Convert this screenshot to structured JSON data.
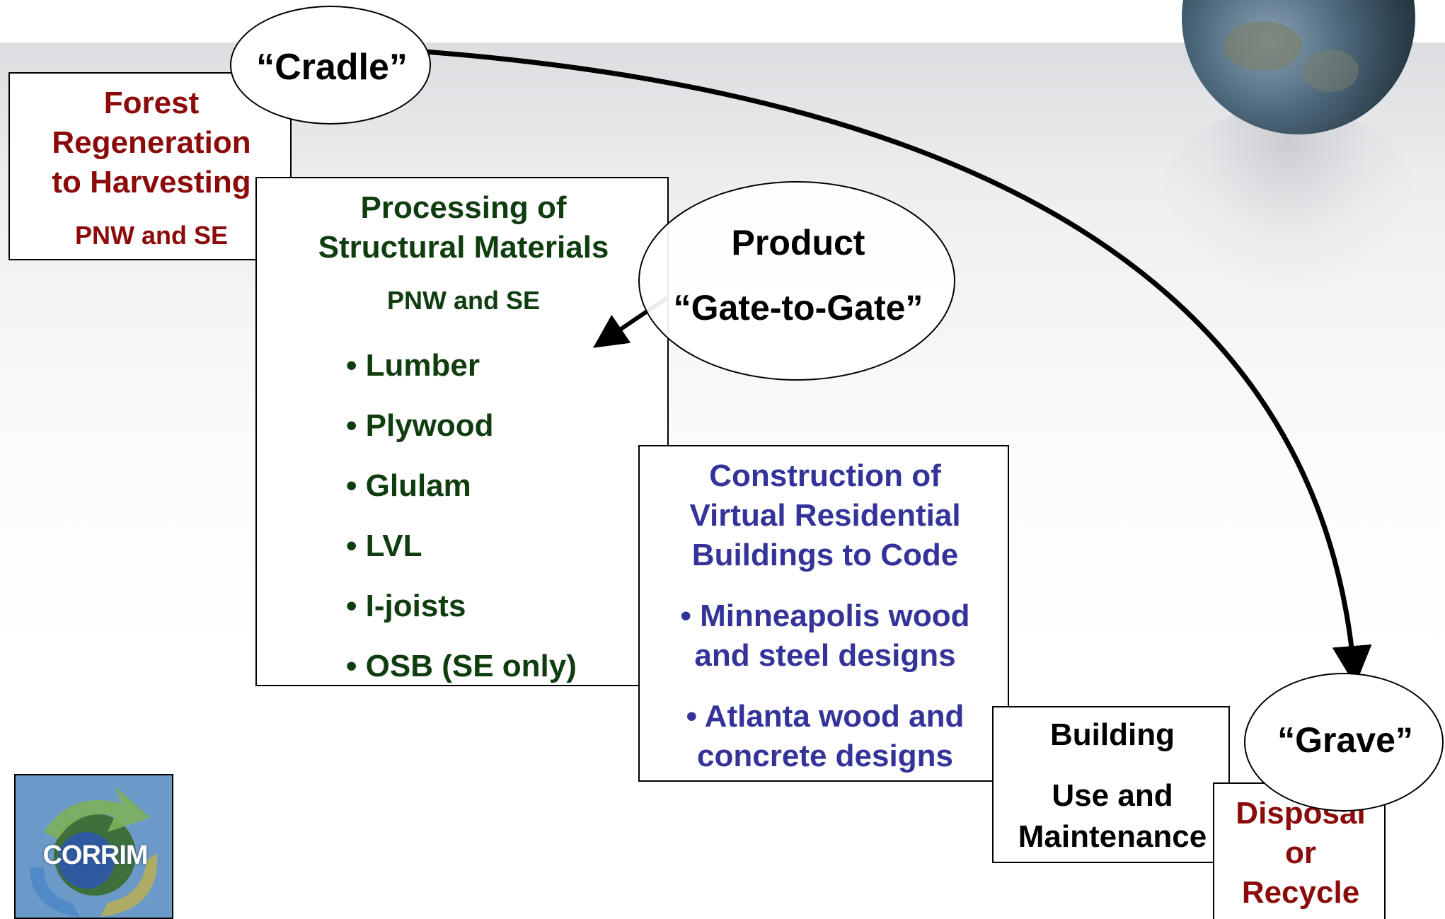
{
  "cradle": "“Cradle”",
  "forest": {
    "lines": [
      "Forest",
      "Regeneration",
      "to Harvesting"
    ],
    "regions": "PNW and SE"
  },
  "processing": {
    "lines": [
      "Processing of",
      "Structural Materials"
    ],
    "regions": "PNW and SE",
    "items": [
      "• Lumber",
      "• Plywood",
      "• Glulam",
      "• LVL",
      "• I-joists",
      "• OSB (SE only)"
    ]
  },
  "product": {
    "line1": "Product",
    "line2": "“Gate-to-Gate”"
  },
  "construction": {
    "lines": [
      "Construction of",
      "Virtual Residential",
      "Buildings to Code"
    ],
    "bullet1": [
      "• Minneapolis wood",
      "and steel designs"
    ],
    "bullet2": [
      "• Atlanta wood and",
      "concrete designs"
    ]
  },
  "building": {
    "line1": "Building",
    "line2": "Use and",
    "line3": "Maintenance"
  },
  "grave": "“Grave”",
  "disposal": {
    "lines": [
      "Disposal",
      "or",
      "Recycle"
    ]
  },
  "logo": {
    "text": "CORRIM"
  },
  "colors": {
    "forest_text": "#8b0a0a",
    "processing_text": "#0f3d0f",
    "construction_text": "#333399",
    "disposal_text": "#8b0a0a"
  }
}
